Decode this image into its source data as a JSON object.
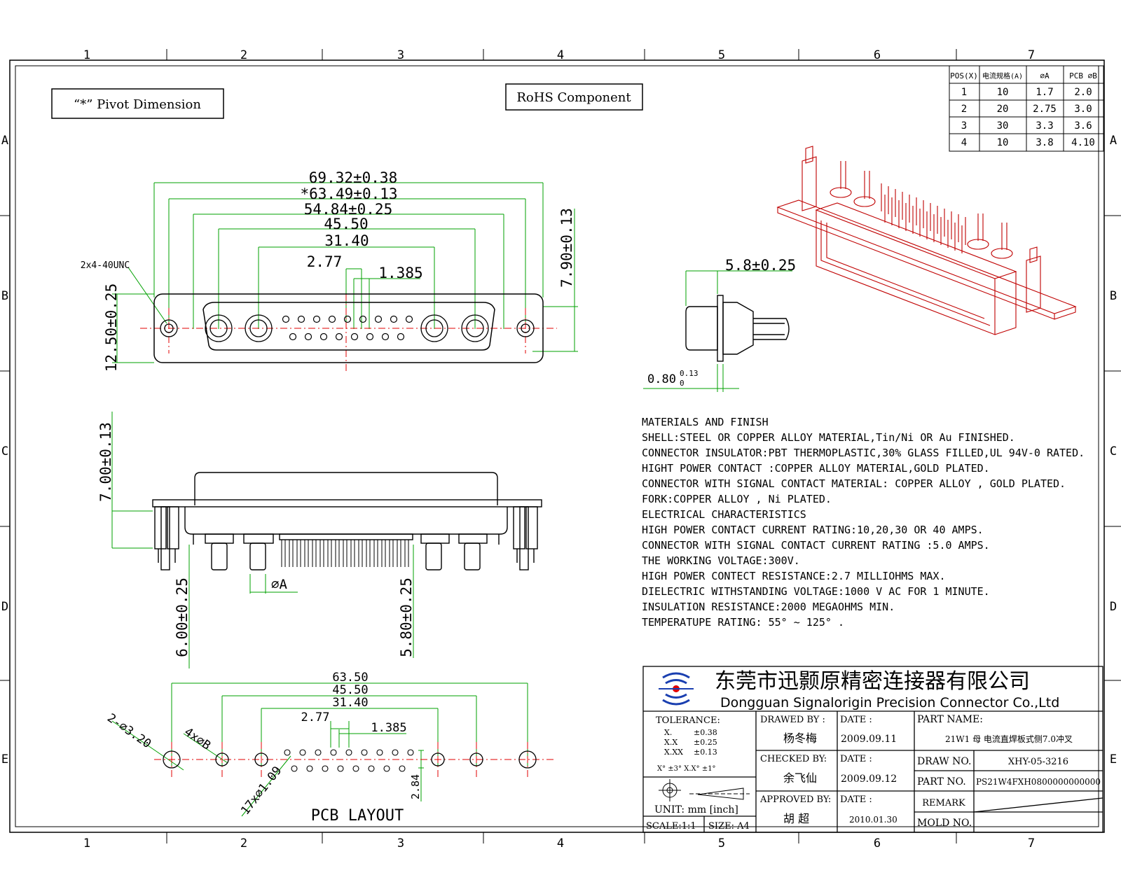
{
  "grid": {
    "columns": [
      "1",
      "2",
      "3",
      "4",
      "5",
      "6",
      "7"
    ],
    "rows": [
      "A",
      "B",
      "C",
      "D",
      "E"
    ]
  },
  "pivot_label": "“*” Pivot Dimension",
  "rohs_label": "RoHS  Component",
  "current_table": {
    "headers": [
      "POS(X)",
      "电流规格(A)",
      "⌀A",
      "PCB ⌀B"
    ],
    "rows": [
      [
        "1",
        "10",
        "1.7",
        "2.0"
      ],
      [
        "2",
        "20",
        "2.75",
        "3.0"
      ],
      [
        "3",
        "30",
        "3.3",
        "3.6"
      ],
      [
        "4",
        "10",
        "3.8",
        "4.10"
      ]
    ]
  },
  "front_view": {
    "dims": [
      "69.32±0.38",
      "*63.49±0.13",
      "54.84±0.25",
      "45.50",
      "31.40",
      "2.77",
      "1.385"
    ],
    "screw_label": "2x4-40UNC",
    "height_dim": "12.50±0.25",
    "depth_dim": "7.90±0.13"
  },
  "side_view": {
    "dim_top": "5.8±0.25",
    "dim_bottom": "0.80",
    "tol_upper": "0.13",
    "tol_lower": "0"
  },
  "bottom_view": {
    "height_dim": "7.00±0.13",
    "pin_dim_left": "6.00±0.25",
    "pin_dim_right": "5.80±0.25",
    "dia_label": "⌀A"
  },
  "pcb_layout": {
    "title": "PCB LAYOUT",
    "dims": [
      "63.50",
      "45.50",
      "31.40",
      "2.77",
      "1.385"
    ],
    "hole_labels": [
      "2-⌀3.20",
      "4x⌀B",
      "17x⌀1.09"
    ],
    "row_spacing": "2.84"
  },
  "notes": [
    "MATERIALS AND  FINISH",
    "SHELL:STEEL OR COPPER ALLOY MATERIAL,Tin/Ni OR Au FINISHED.",
    "CONNECTOR INSULATOR:PBT THERMOPLASTIC,30% GLASS FILLED,UL 94V-0 RATED.",
    "HIGHT POWER CONTACT :COPPER ALLOY MATERIAL,GOLD PLATED.",
    "CONNECTOR WITH SIGNAL CONTACT MATERIAL: COPPER ALLOY , GOLD PLATED.",
    "FORK:COPPER ALLOY , Ni PLATED.",
    "ELECTRICAL CHARACTERISTICS",
    "HIGH POWER CONTACT CURRENT RATING:10,20,30 OR 40 AMPS.",
    "CONNECTOR WITH SIGNAL CONTACT CURRENT RATING :5.0 AMPS.",
    "THE WORKING VOLTAGE:300V.",
    "HIGH POWER CONTECT RESISTANCE:2.7 MILLIOHMS MAX.",
    "DIELECTRIC WITHSTANDING VOLTAGE:1000 V AC FOR 1 MINUTE.",
    "INSULATION RESISTANCE:2000 MEGAOHMS MIN.",
    "TEMPERATUPE RATING: 55° ~ 125° ."
  ],
  "title_block": {
    "company_cn": "东莞市迅颢原精密连接器有限公司",
    "company_en": "Dongguan Signalorigin Precision Connector Co.,Ltd",
    "tolerance_title": "TOLERANCE:",
    "tolerances": [
      [
        "X.",
        "±0.38"
      ],
      [
        "X.X",
        "±0.25"
      ],
      [
        "X.XX",
        "±0.13"
      ]
    ],
    "angle_tol": "X° ±3°    X.X° ±1°",
    "unit": "UNIT: mm [inch]",
    "scale": "SCALE:1:1",
    "size": "SIZE: A4",
    "drawn_by_label": "DRAWED BY :",
    "drawn_by": "杨冬梅",
    "checked_by_label": "CHECKED BY:",
    "checked_by": "余飞仙",
    "approved_by_label": "APPROVED BY:",
    "approved_by": "胡 超",
    "date_label": "DATE :",
    "date_drawn": "2009.09.11",
    "date_checked": "2009.09.12",
    "date_approved": "2010.01.30",
    "part_name_label": "PART NAME:",
    "part_name": "21W1 母 电流直焊板式侧7.0冲叉",
    "draw_no_label": "DRAW NO.",
    "draw_no": "XHY-05-3216",
    "part_no_label": "PART NO.",
    "part_no": "PS21W4FXH0800000000000",
    "remark_label": "REMARK",
    "mold_no_label": "MOLD NO."
  },
  "colors": {
    "line": "#000000",
    "dim": "#00a000",
    "center": "#e00000",
    "iso": "#c00000",
    "logo": "#1a3fb0"
  }
}
